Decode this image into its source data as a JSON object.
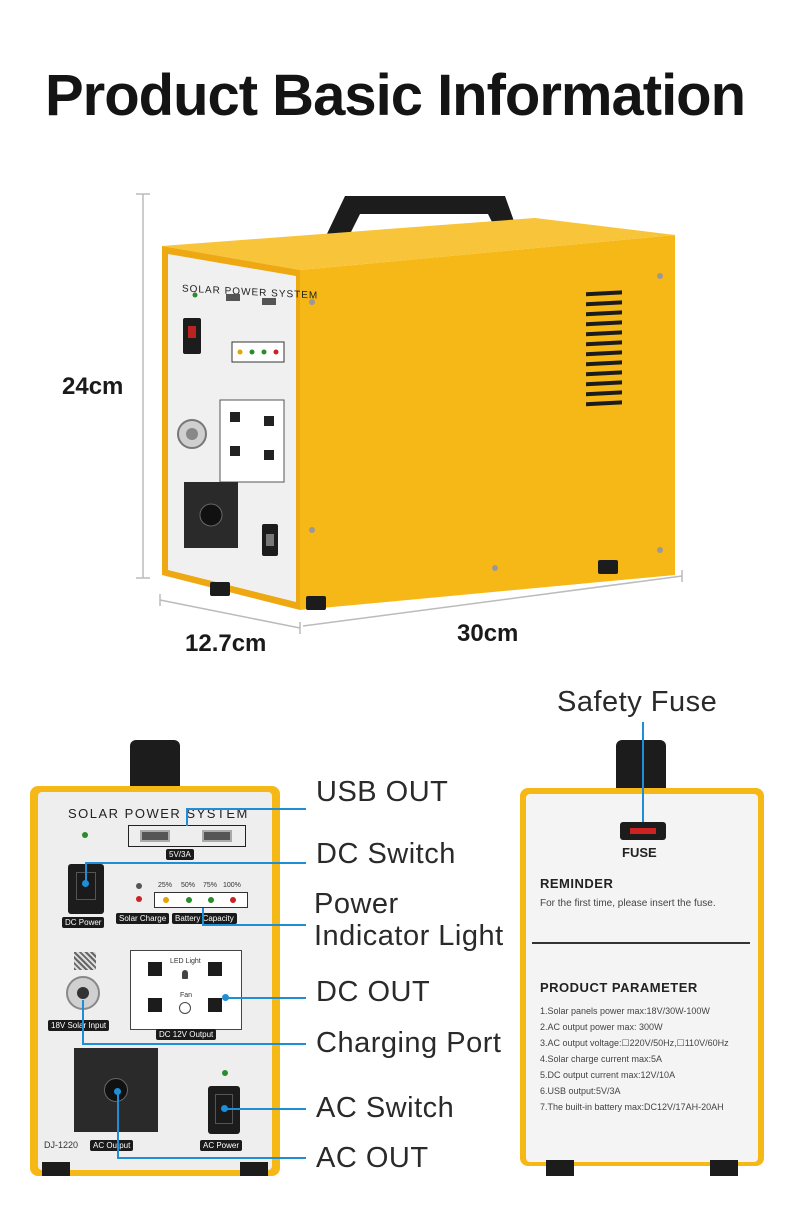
{
  "title": "Product Basic Information",
  "dimensions": {
    "height": "24cm",
    "depth": "12.7cm",
    "width": "30cm"
  },
  "panel": {
    "brand": "SOLAR POWER SYSTEM",
    "usb_rating": "5V/3A",
    "dc_power": "DC Power",
    "solar_charge": "Solar Charge",
    "battery_capacity": "Battery Capacity",
    "levels": [
      "25%",
      "50%",
      "75%",
      "100%"
    ],
    "led_light": "LED Light",
    "fan": "Fan",
    "dc_output": "DC 12V Output",
    "solar_input": "18V Solar Input",
    "model": "DJ-1220",
    "ac_output": "AC Output",
    "ac_power": "AC Power"
  },
  "callouts": {
    "usb_out": "USB OUT",
    "dc_switch": "DC Switch",
    "power_indicator_1": "Power",
    "power_indicator_2": "Indicator Light",
    "dc_out": "DC OUT",
    "charging_port": "Charging Port",
    "ac_switch": "AC Switch",
    "ac_out": "AC OUT",
    "safety_fuse": "Safety Fuse"
  },
  "back_panel": {
    "fuse": "FUSE",
    "reminder_title": "REMINDER",
    "reminder_text": "For the first time, please insert the fuse.",
    "param_title": "PRODUCT PARAMETER",
    "params": [
      "1.Solar panels power max:18V/30W-100W",
      "2.AC output power max: 300W",
      "3.AC output voltage:☐220V/50Hz,☐110V/60Hz",
      "4.Solar charge current max:5A",
      "5.DC output current max:12V/10A",
      "6.USB output:5V/3A",
      "7.The built-in battery max:DC12V/17AH-20AH"
    ]
  },
  "colors": {
    "body_yellow": "#f5b816",
    "panel_gray": "#eeeeee",
    "callout_blue": "#1e8fd6",
    "handle": "#1c1c1c"
  }
}
